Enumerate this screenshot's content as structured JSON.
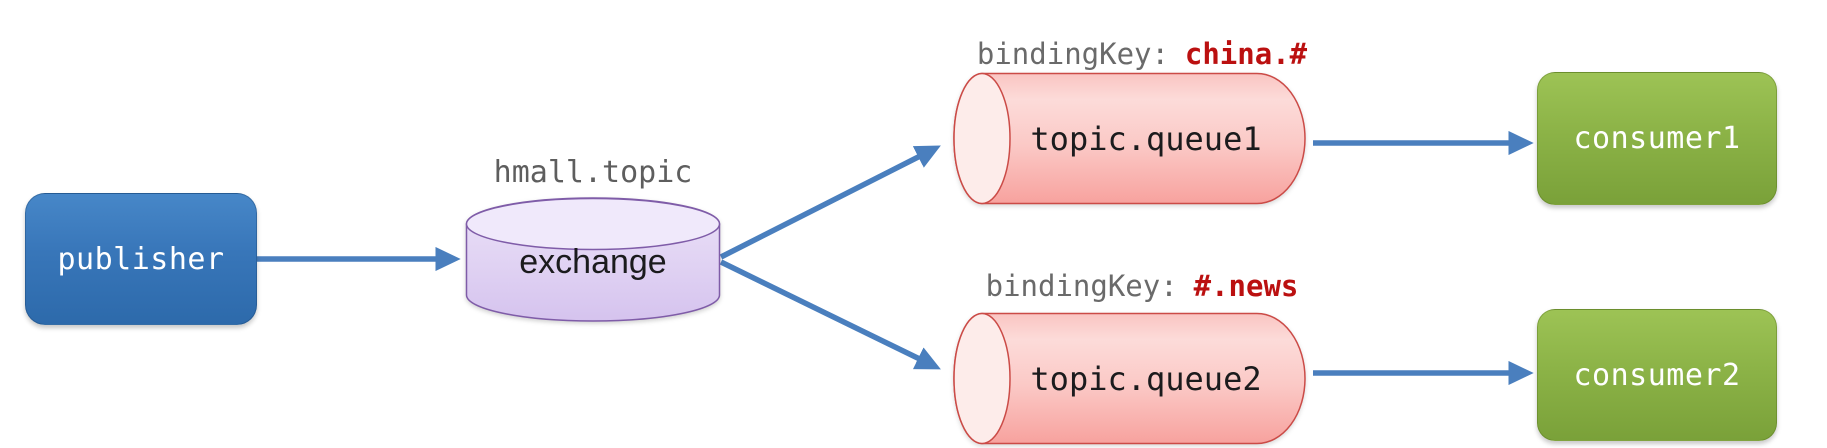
{
  "diagram": {
    "publisher": {
      "label": "publisher"
    },
    "exchange": {
      "title": "hmall.topic",
      "label": "exchange"
    },
    "queues": [
      {
        "binding_label": "bindingKey:",
        "binding_key": "china.#",
        "label": "topic.queue1"
      },
      {
        "binding_label": "bindingKey:",
        "binding_key": "#.news",
        "label": "topic.queue2"
      }
    ],
    "consumers": [
      {
        "label": "consumer1"
      },
      {
        "label": "consumer2"
      }
    ],
    "colors": {
      "arrow_blue": "#4a7fbe",
      "publisher_blue": "#3876b9",
      "consumer_green": "#8cb347",
      "exchange_purple": "#dccbf0",
      "queue_pink": "#fbc9c6",
      "binding_key_red": "#bb1010",
      "label_gray": "#6a6a6a"
    }
  }
}
